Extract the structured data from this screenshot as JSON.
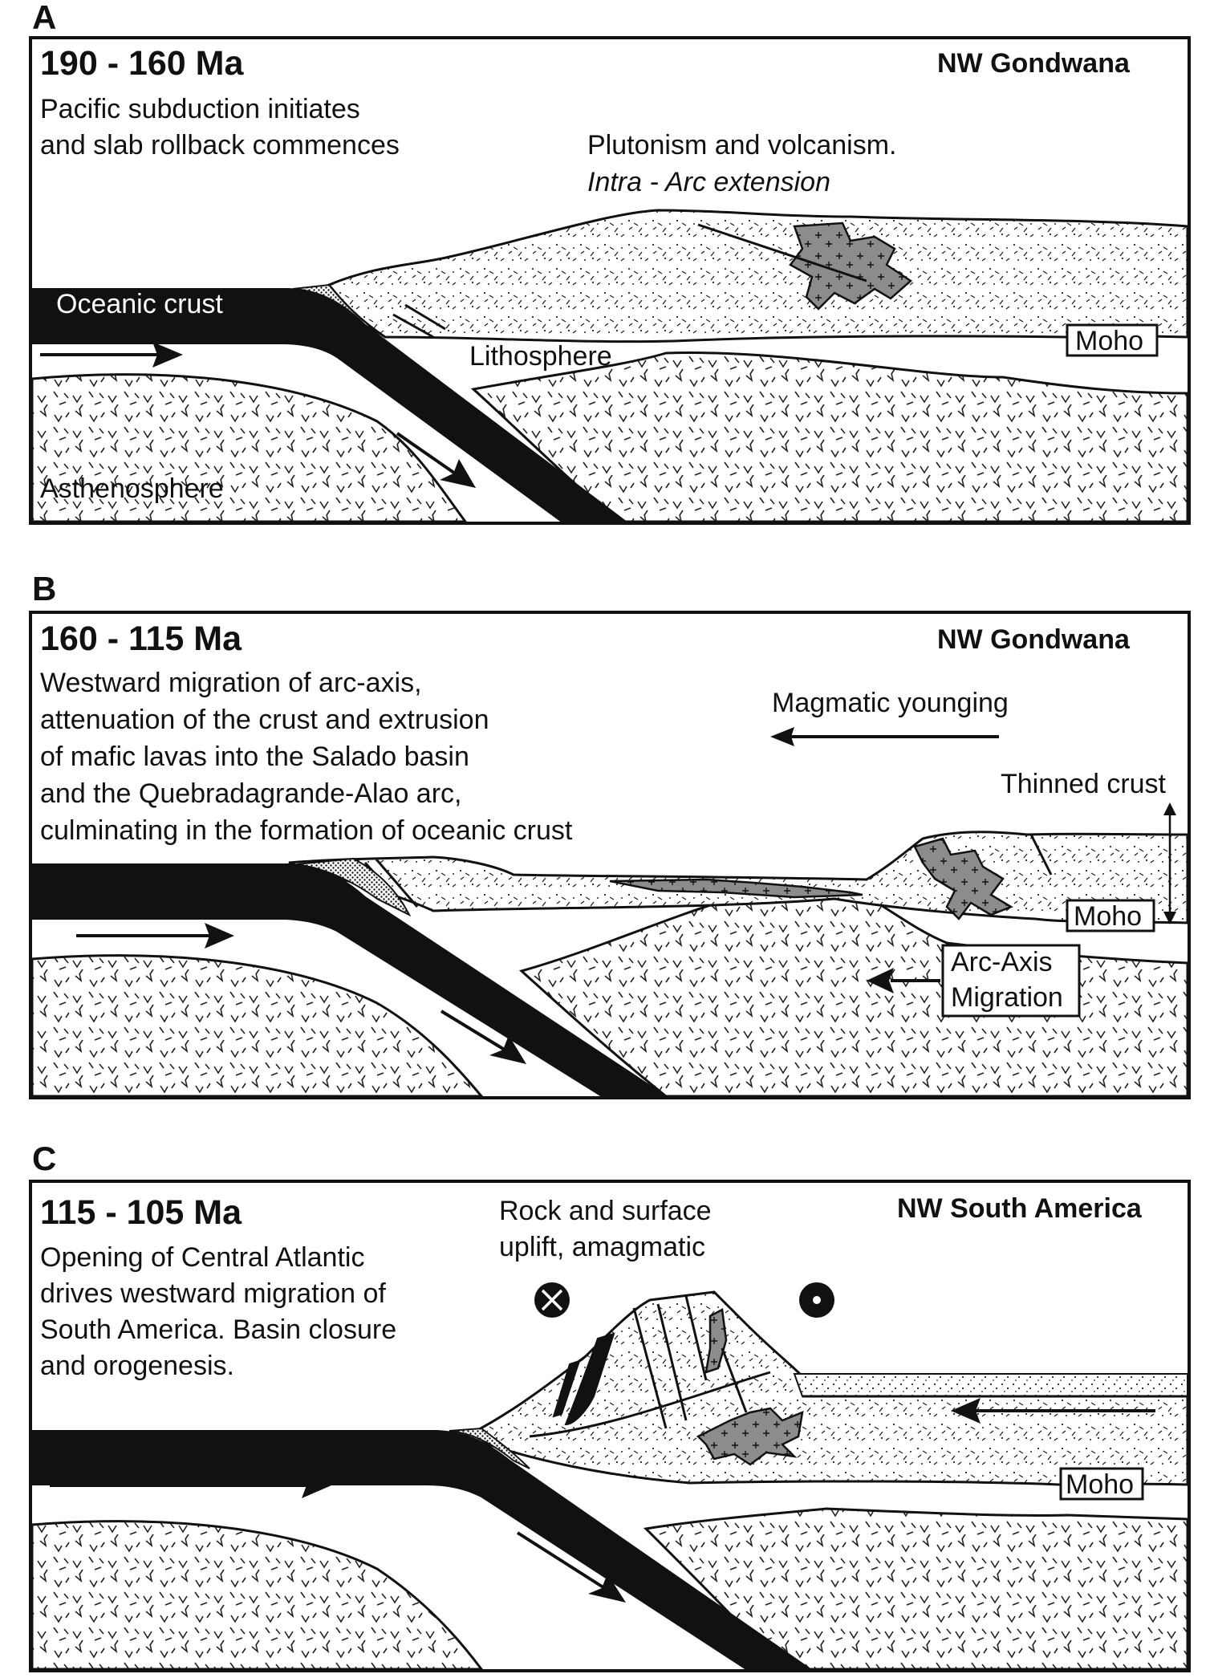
{
  "panels": [
    {
      "letter": "A",
      "age": "190 - 160 Ma",
      "region": "NW Gondwana",
      "description": [
        "Pacific subduction initiates",
        "and slab rollback commences"
      ],
      "notes": [
        "Plutonism and volcanism."
      ],
      "notes_italic": [
        "Intra - Arc extension"
      ],
      "labels": {
        "oceanic_crust": "Oceanic crust",
        "lithosphere": "Lithosphere",
        "asthenosphere": "Asthenosphere",
        "moho": "Moho"
      }
    },
    {
      "letter": "B",
      "age": "160 - 115 Ma",
      "region": "NW Gondwana",
      "description": [
        "Westward migration of arc-axis,",
        "attenuation of the crust and extrusion",
        "of mafic lavas into the Salado basin",
        "and the Quebradagrande-Alao arc,",
        "culminating in the formation of oceanic crust"
      ],
      "labels": {
        "magmatic_younging": "Magmatic younging",
        "thinned_crust": "Thinned crust",
        "moho": "Moho",
        "arc_axis_1": "Arc-Axis",
        "arc_axis_2": "Migration"
      }
    },
    {
      "letter": "C",
      "age": "115 - 105 Ma",
      "region": "NW South America",
      "description": [
        "Opening of Central Atlantic",
        "drives westward migration of",
        "South America. Basin closure",
        "and orogenesis."
      ],
      "notes": [
        "Rock and surface",
        "uplift, amagmatic"
      ],
      "labels": {
        "moho": "Moho"
      },
      "symbols": [
        "into-page-icon",
        "out-of-page-icon"
      ]
    }
  ],
  "colors": {
    "ink": "#111111",
    "pluton_gray": "#8c8c8c",
    "background": "#ffffff"
  }
}
